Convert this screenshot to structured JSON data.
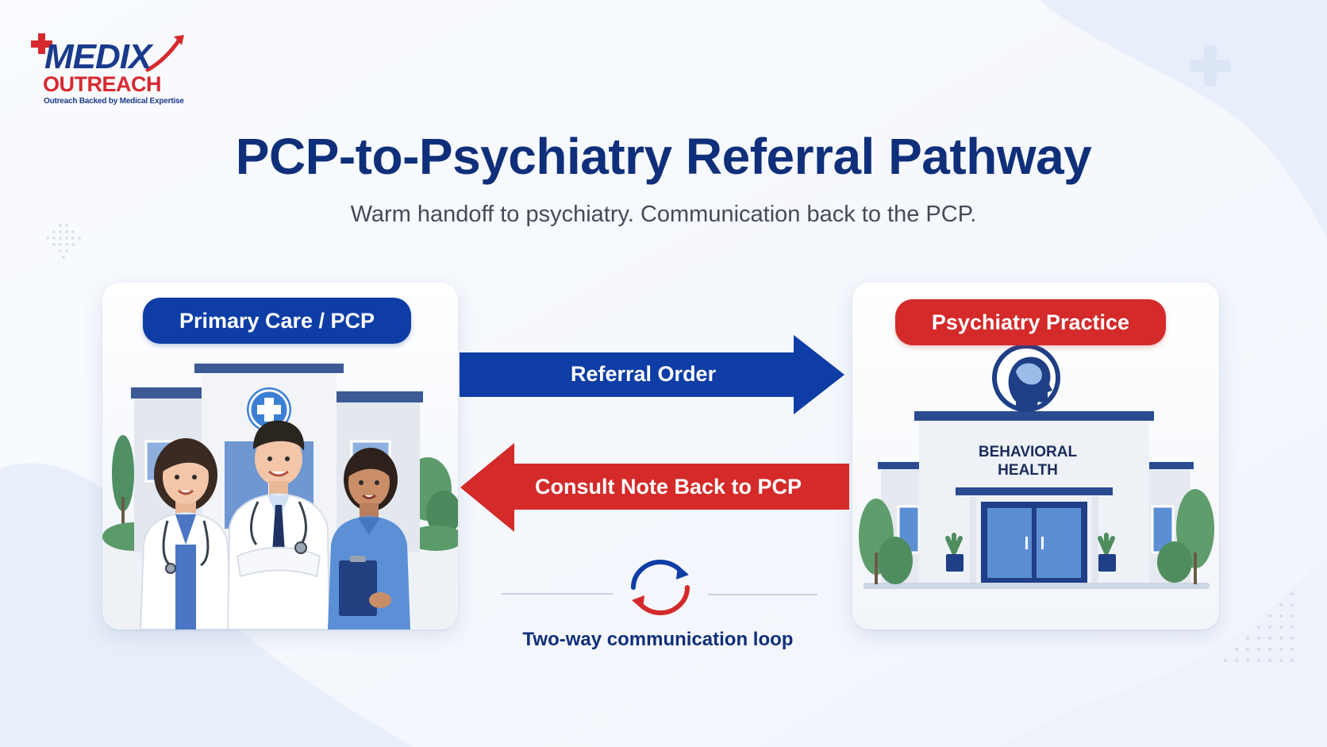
{
  "logo": {
    "brand": "MEDIX",
    "sub": "OUTREACH",
    "tagline": "Outreach Backed by Medical Expertise",
    "colors": {
      "navy": "#1a3a8c",
      "red": "#d72a2f"
    }
  },
  "header": {
    "title": "PCP-to-Psychiatry Referral Pathway",
    "subtitle": "Warm handoff to psychiatry. Communication back to the PCP."
  },
  "left_panel": {
    "label": "Primary Care / PCP",
    "illustration": "clinic-with-three-medical-staff",
    "color": "#0e3da6"
  },
  "right_panel": {
    "label": "Psychiatry Practice",
    "building_sign": "BEHAVIORAL HEALTH",
    "sign_icon": "head-brain-icon",
    "color": "#d42a2a"
  },
  "flows": {
    "referral": {
      "label": "Referral Order",
      "color": "#0e3da6",
      "direction": "right"
    },
    "consult": {
      "label": "Consult Note Back to PCP",
      "color": "#d42a2a",
      "direction": "left"
    }
  },
  "loop": {
    "icon": "two-way-cycle-icon",
    "label": "Two-way communication loop"
  }
}
